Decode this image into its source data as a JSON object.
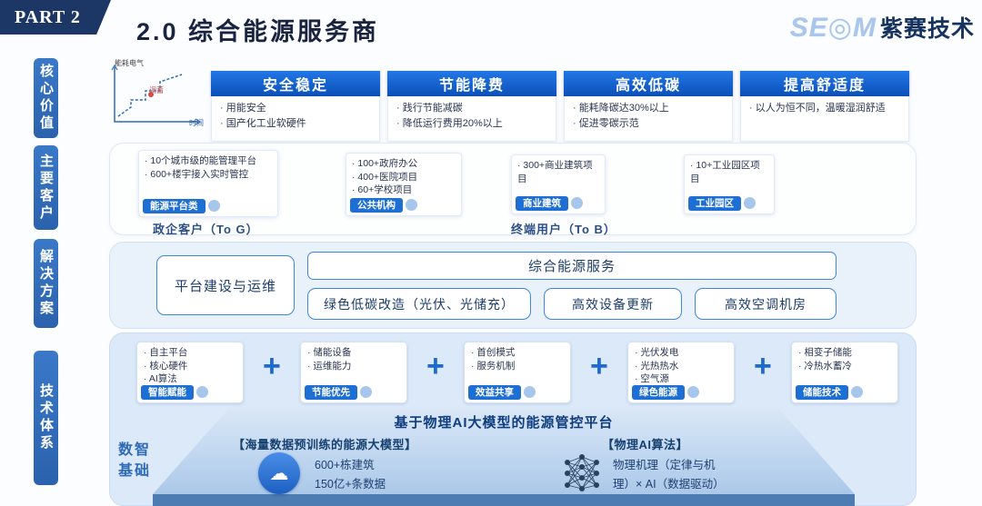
{
  "header": {
    "part_label": "PART 2",
    "title": "2.0 综合能源服务商",
    "logo": {
      "mark_left": "SE",
      "mark_icon": "◎",
      "mark_right": "M",
      "name": "紫赛技术"
    }
  },
  "icons": {
    "cloud": "☁"
  },
  "sidebar": {
    "items": [
      {
        "label": "核心价值"
      },
      {
        "label": "主要客户"
      },
      {
        "label": "解决方案"
      },
      {
        "label": "技术体系"
      }
    ]
  },
  "core_values": {
    "chart": {
      "top_label": "能耗电气",
      "mid_label": "调蓄",
      "axis_label": "时间"
    },
    "cards": [
      {
        "title": "安全稳定",
        "bullets": [
          "· 用能安全",
          "· 国产化工业软硬件"
        ]
      },
      {
        "title": "节能降费",
        "bullets": [
          "· 践行节能减碳",
          "· 降低运行费用20%以上"
        ]
      },
      {
        "title": "高效低碳",
        "bullets": [
          "· 能耗降碳达30%以上",
          "· 促进零碳示范"
        ]
      },
      {
        "title": "提高舒适度",
        "bullets": [
          "· 以人为恒不同，温暖湿润舒适"
        ]
      }
    ]
  },
  "customers": {
    "groups": [
      {
        "bullets": [
          "· 10个城市级的能管理平台",
          "· 600+楼宇接入实时管控"
        ],
        "tag": "能源平台类"
      },
      {
        "bullets": [
          "· 100+政府办公",
          "· 400+医院项目",
          "· 60+学校项目"
        ],
        "tag": "公共机构"
      },
      {
        "bullets": [
          "· 300+商业建筑项目"
        ],
        "tag": "商业建筑"
      },
      {
        "bullets": [
          "· 10+工业园区项目"
        ],
        "tag": "工业园区"
      }
    ],
    "segments": [
      {
        "label": "政企客户（To G）"
      },
      {
        "label": "终端用户（To B）"
      }
    ]
  },
  "solutions": {
    "platform_box": "平台建设与运维",
    "main_box": "综合能源服务",
    "sub_boxes": [
      {
        "label": "绿色低碳改造（光伏、光储充）"
      },
      {
        "label": "高效设备更新"
      },
      {
        "label": "高效空调机房"
      }
    ]
  },
  "tech": {
    "plus": "+",
    "modules": [
      {
        "bullets": [
          "· 自主平台",
          "· 核心硬件",
          "· AI算法"
        ],
        "tag": "智能赋能"
      },
      {
        "bullets": [
          "· 储能设备",
          "· 运维能力"
        ],
        "tag": "节能优先"
      },
      {
        "bullets": [
          "· 首创模式",
          "· 服务机制"
        ],
        "tag": "效益共享"
      },
      {
        "bullets": [
          "· 光伏发电",
          "· 光热热水",
          "· 空气源"
        ],
        "tag": "绿色能源"
      },
      {
        "bullets": [
          "· 相变子储能",
          "· 冷热水蓄冷"
        ],
        "tag": "储能技术"
      }
    ],
    "platform": {
      "title": "基于物理AI大模型的能源管控平台",
      "foundation_label": "数智基础",
      "left_model": {
        "title": "【海量数据预训练的能源大模型】",
        "lines": [
          "600+栋建筑",
          "150亿+条数据"
        ]
      },
      "right_model": {
        "title": "【物理AI算法】",
        "lines": [
          "物理机理（定律与机",
          "理）× AI（数据驱动）"
        ]
      }
    }
  }
}
